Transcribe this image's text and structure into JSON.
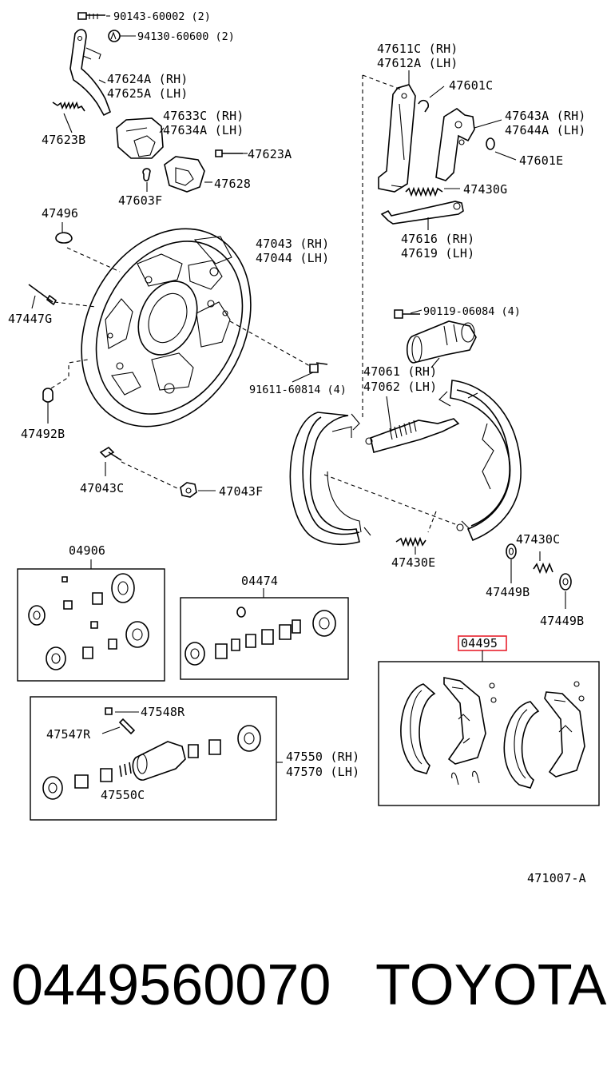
{
  "labels": {
    "l90143": "90143-60002 (2)",
    "l94130": "94130-60600 (2)",
    "l47624a": "47624A (RH)",
    "l47625a": "47625A (LH)",
    "l47623b": "47623B",
    "l47633c": "47633C (RH)",
    "l47634a": "47634A (LH)",
    "l47623a": "47623A",
    "l47603f": "47603F",
    "l47628": "47628",
    "l47496": "47496",
    "l47043": "47043 (RH)",
    "l47044": "47044 (LH)",
    "l47447g": "47447G",
    "l47492b": "47492B",
    "l91611": "91611-60814 (4)",
    "l47043c": "47043C",
    "l47043f": "47043F",
    "l47611c": "47611C (RH)",
    "l47612a": "47612A (LH)",
    "l47601c": "47601C",
    "l47643a": "47643A (RH)",
    "l47644a": "47644A (LH)",
    "l47601e": "47601E",
    "l47430g": "47430G",
    "l47616": "47616 (RH)",
    "l47619": "47619 (LH)",
    "l90119": "90119-06084 (4)",
    "l47061": "47061 (RH)",
    "l47062": "47062 (LH)",
    "l47430c": "47430C",
    "l47430e": "47430E",
    "l47449b_1": "47449B",
    "l47449b_2": "47449B",
    "l04906": "04906",
    "l04474": "04474",
    "l04495": "04495",
    "l47548r": "47548R",
    "l47547r": "47547R",
    "l47550c": "47550C",
    "l47550": "47550 (RH)",
    "l47570": "47570 (LH)",
    "l471007": "471007-A"
  },
  "highlight_color": "#e8212d",
  "footer": {
    "part_number": "0449560070",
    "brand": "TOYOTA"
  }
}
